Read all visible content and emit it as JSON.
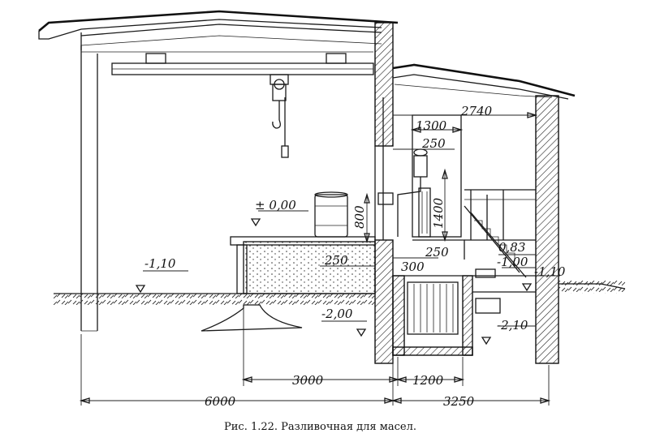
{
  "caption": "Рис. 1.22. Разливочная для масел.",
  "levels": {
    "zero": "± 0,00",
    "left_floor": "-1,10",
    "pit": "-2,00",
    "platform": "0,83",
    "stair_base": "-1,00",
    "right_ground": "-1,10",
    "basement": "-2,10"
  },
  "dimensions": {
    "d2740": "2740",
    "d1300": "1300",
    "d250_top": "250",
    "d1400": "1400",
    "d800": "800",
    "d250_left": "250",
    "d300": "300",
    "d250_right": "250",
    "d3000": "3000",
    "d1200": "1200",
    "d6000": "6000",
    "d3250": "3250"
  }
}
